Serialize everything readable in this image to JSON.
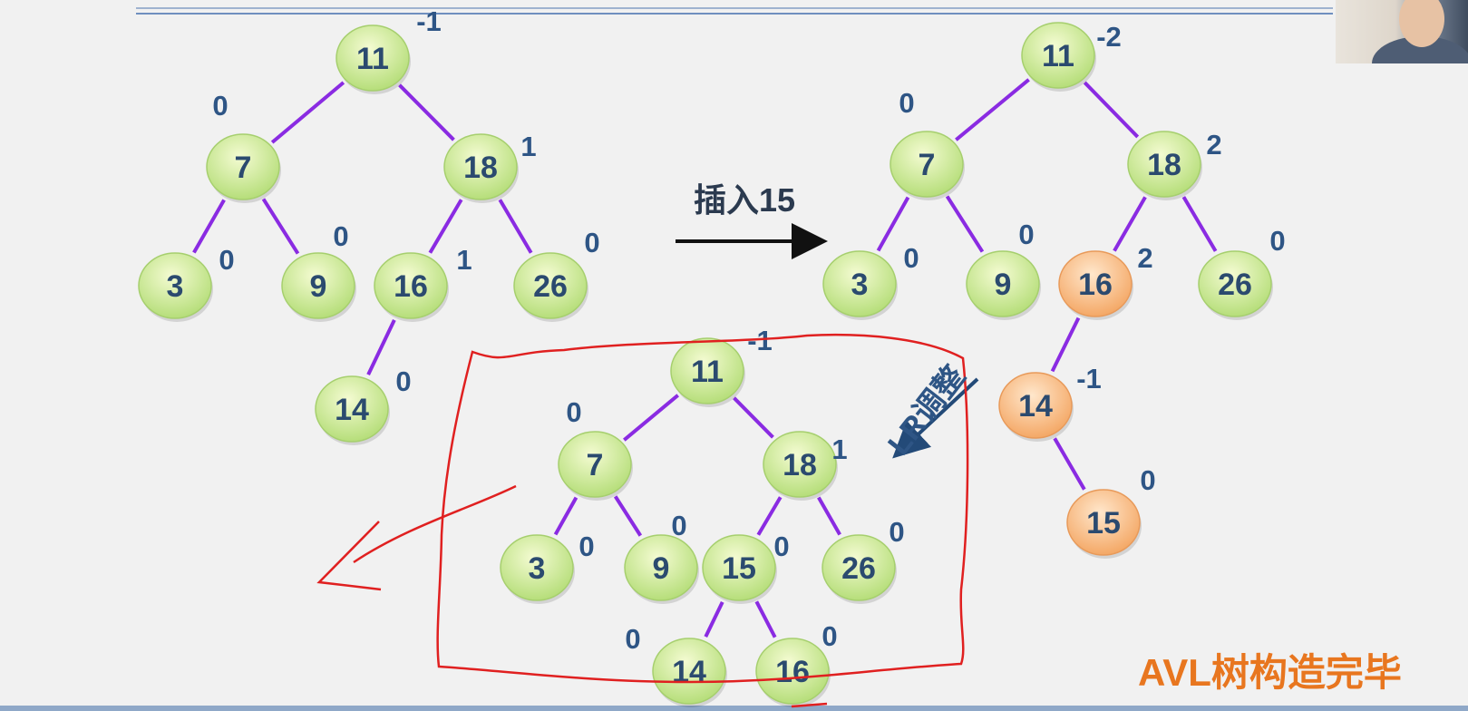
{
  "caption_insert": "插入15",
  "caption_lr": "LR调整",
  "caption_done": "AVL树构造完毕",
  "colors": {
    "edge": "#8a2be2",
    "node_green_light": "#f4fbd2",
    "node_green_dark": "#b6de7a",
    "node_orange_light": "#ffe7cc",
    "node_orange_dark": "#f4a866",
    "node_text": "#2b4a6f",
    "bf_text": "#2e5585",
    "accent": "#e8761f",
    "annotation": "#e02020"
  },
  "trees": [
    {
      "name": "before-insert",
      "nodes": [
        {
          "id": "a11",
          "label": "11",
          "bf": "-1",
          "style": "green"
        },
        {
          "id": "a7",
          "label": "7",
          "bf": "0",
          "style": "green"
        },
        {
          "id": "a18",
          "label": "18",
          "bf": "1",
          "style": "green"
        },
        {
          "id": "a3",
          "label": "3",
          "bf": "0",
          "style": "green"
        },
        {
          "id": "a9",
          "label": "9",
          "bf": "0",
          "style": "green"
        },
        {
          "id": "a16",
          "label": "16",
          "bf": "1",
          "style": "green"
        },
        {
          "id": "a26",
          "label": "26",
          "bf": "0",
          "style": "green"
        },
        {
          "id": "a14",
          "label": "14",
          "bf": "0",
          "style": "green"
        }
      ],
      "edges": [
        [
          "a11",
          "a7"
        ],
        [
          "a11",
          "a18"
        ],
        [
          "a7",
          "a3"
        ],
        [
          "a7",
          "a9"
        ],
        [
          "a18",
          "a16"
        ],
        [
          "a18",
          "a26"
        ],
        [
          "a16",
          "a14"
        ]
      ]
    },
    {
      "name": "after-insert",
      "nodes": [
        {
          "id": "b11",
          "label": "11",
          "bf": "-2",
          "style": "green"
        },
        {
          "id": "b7",
          "label": "7",
          "bf": "0",
          "style": "green"
        },
        {
          "id": "b18",
          "label": "18",
          "bf": "2",
          "style": "green"
        },
        {
          "id": "b3",
          "label": "3",
          "bf": "0",
          "style": "green"
        },
        {
          "id": "b9",
          "label": "9",
          "bf": "0",
          "style": "green"
        },
        {
          "id": "b16",
          "label": "16",
          "bf": "2",
          "style": "orange"
        },
        {
          "id": "b26",
          "label": "26",
          "bf": "0",
          "style": "green"
        },
        {
          "id": "b14",
          "label": "14",
          "bf": "-1",
          "style": "orange"
        },
        {
          "id": "b15",
          "label": "15",
          "bf": "0",
          "style": "orange"
        }
      ],
      "edges": [
        [
          "b11",
          "b7"
        ],
        [
          "b11",
          "b18"
        ],
        [
          "b7",
          "b3"
        ],
        [
          "b7",
          "b9"
        ],
        [
          "b18",
          "b16"
        ],
        [
          "b18",
          "b26"
        ],
        [
          "b16",
          "b14"
        ],
        [
          "b14",
          "b15"
        ]
      ]
    },
    {
      "name": "after-lr-rotation",
      "nodes": [
        {
          "id": "c11",
          "label": "11",
          "bf": "-1",
          "style": "green"
        },
        {
          "id": "c7",
          "label": "7",
          "bf": "0",
          "style": "green"
        },
        {
          "id": "c18",
          "label": "18",
          "bf": "1",
          "style": "green"
        },
        {
          "id": "c3",
          "label": "3",
          "bf": "0",
          "style": "green"
        },
        {
          "id": "c9",
          "label": "9",
          "bf": "0",
          "style": "green"
        },
        {
          "id": "c15",
          "label": "15",
          "bf": "0",
          "style": "green"
        },
        {
          "id": "c26",
          "label": "26",
          "bf": "0",
          "style": "green"
        },
        {
          "id": "c14",
          "label": "14",
          "bf": "0",
          "style": "green"
        },
        {
          "id": "c16",
          "label": "16",
          "bf": "0",
          "style": "green"
        }
      ],
      "edges": [
        [
          "c11",
          "c7"
        ],
        [
          "c11",
          "c18"
        ],
        [
          "c7",
          "c3"
        ],
        [
          "c7",
          "c9"
        ],
        [
          "c18",
          "c15"
        ],
        [
          "c18",
          "c26"
        ],
        [
          "c15",
          "c14"
        ],
        [
          "c15",
          "c16"
        ]
      ]
    }
  ]
}
